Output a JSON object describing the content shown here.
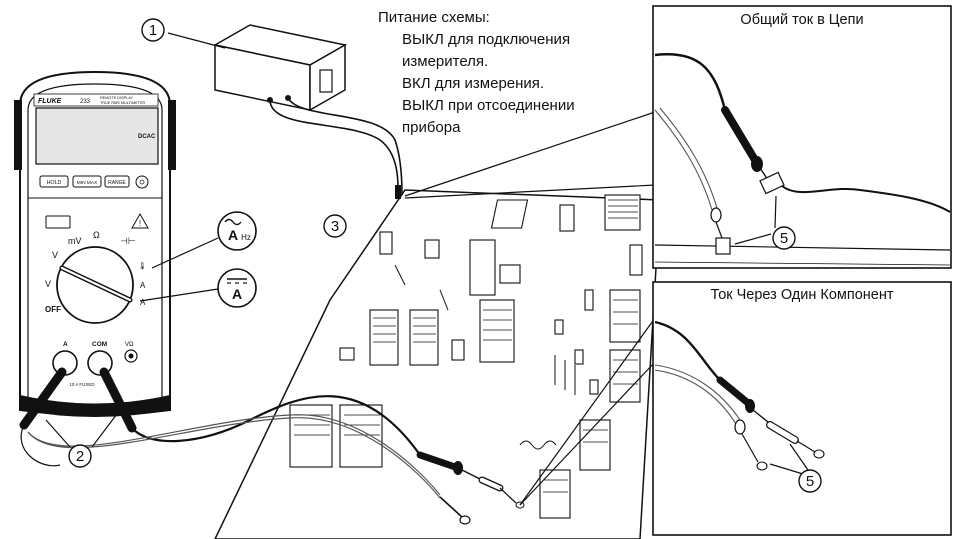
{
  "callouts": {
    "one": "1",
    "two": "2",
    "three": "3",
    "five_a": "5",
    "five_b": "5"
  },
  "power_note": {
    "heading": "Питание схемы:",
    "lines": [
      "ВЫКЛ для подключения",
      "измерителя.",
      "ВКЛ для измерения.",
      "ВЫКЛ при отсоединении",
      "прибора"
    ]
  },
  "insets": {
    "top_title": "Общий ток в Цепи",
    "bottom_title": "Ток Через Один Компонент"
  },
  "meter": {
    "brand": "FLUKE",
    "model": "233",
    "subtitle_1": "REMOTE DISPLAY",
    "subtitle_2": "TRUE RMS MULTIMETER",
    "display_mode": "DCAC",
    "buttons": [
      "HOLD",
      "MIN MAX",
      "RANGE"
    ],
    "dial_labels": {
      "mv": "mV",
      "ohm": "Ω",
      "v_ac": "V",
      "v_dc": "V",
      "off": "OFF",
      "a": "A"
    },
    "jacks": {
      "a": "A",
      "com": "COM",
      "vohm": "VΩ",
      "fused": "10 A FUSED"
    }
  },
  "symbols": {
    "ac_amps": "A",
    "ac_amps_sub": "Hz",
    "dc_amps": "A"
  }
}
